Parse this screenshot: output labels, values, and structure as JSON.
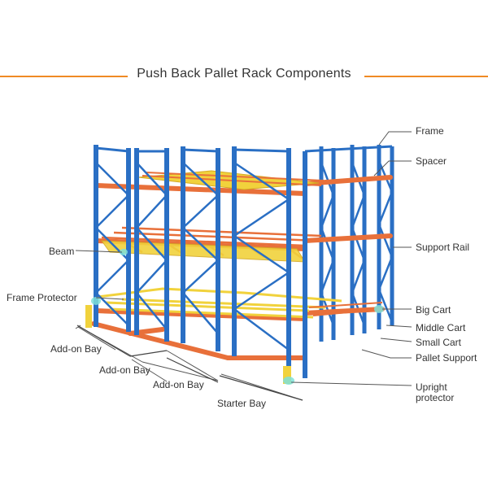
{
  "title": "Push Back Pallet Rack Components",
  "colors": {
    "accent": "#f08a24",
    "upright_blue": "#2a6fc4",
    "beam_orange": "#e8703a",
    "cart_yellow": "#f1d23c",
    "protector_cyan": "#7fe0d8"
  },
  "labels": {
    "frame": "Frame",
    "spacer": "Spacer",
    "support_rail": "Support Rail",
    "big_cart": "Big Cart",
    "middle_cart": "Middle Cart",
    "small_cart": "Small Cart",
    "pallet_support": "Pallet Support",
    "upright_protector_1": "Upright",
    "upright_protector_2": "protector",
    "beam": "Beam",
    "frame_protector": "Frame Protector",
    "add_on_bay_1": "Add-on Bay",
    "add_on_bay_2": "Add-on Bay",
    "add_on_bay_3": "Add-on Bay",
    "starter_bay": "Starter Bay"
  }
}
